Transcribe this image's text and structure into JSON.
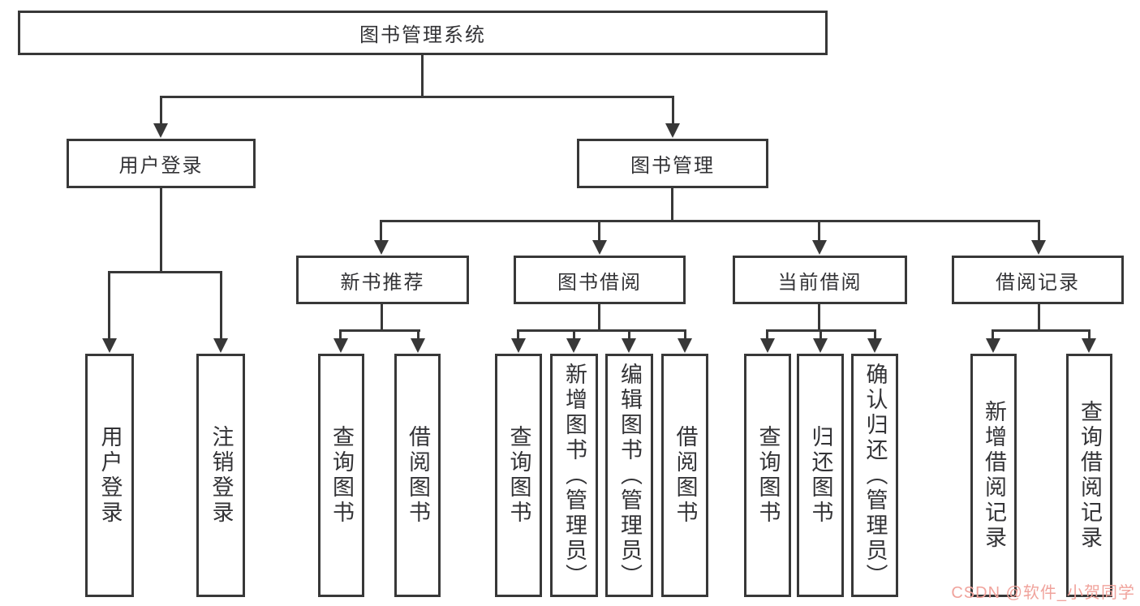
{
  "tree": {
    "root": "图书管理系统",
    "branches": [
      {
        "label": "用户登录",
        "leaves": [
          "用户登录",
          "注销登录"
        ]
      },
      {
        "label": "图书管理",
        "sections": [
          {
            "label": "新书推荐",
            "leaves": [
              "查询图书",
              "借阅图书"
            ]
          },
          {
            "label": "图书借阅",
            "leaves": [
              "查询图书",
              "新增图书（管理员）",
              "编辑图书（管理员）",
              "借阅图书"
            ]
          },
          {
            "label": "当前借阅",
            "leaves": [
              "查询图书",
              "归还图书",
              "确认归还（管理员）"
            ]
          },
          {
            "label": "借阅记录",
            "leaves": [
              "新增借阅记录",
              "查询借阅记录"
            ]
          }
        ]
      }
    ]
  },
  "watermark": {
    "text": "CSDN @软件_小贺同学",
    "color": "#f0a39c"
  },
  "colors": {
    "line": "#383838",
    "text": "#333336",
    "background": "#ffffff"
  }
}
